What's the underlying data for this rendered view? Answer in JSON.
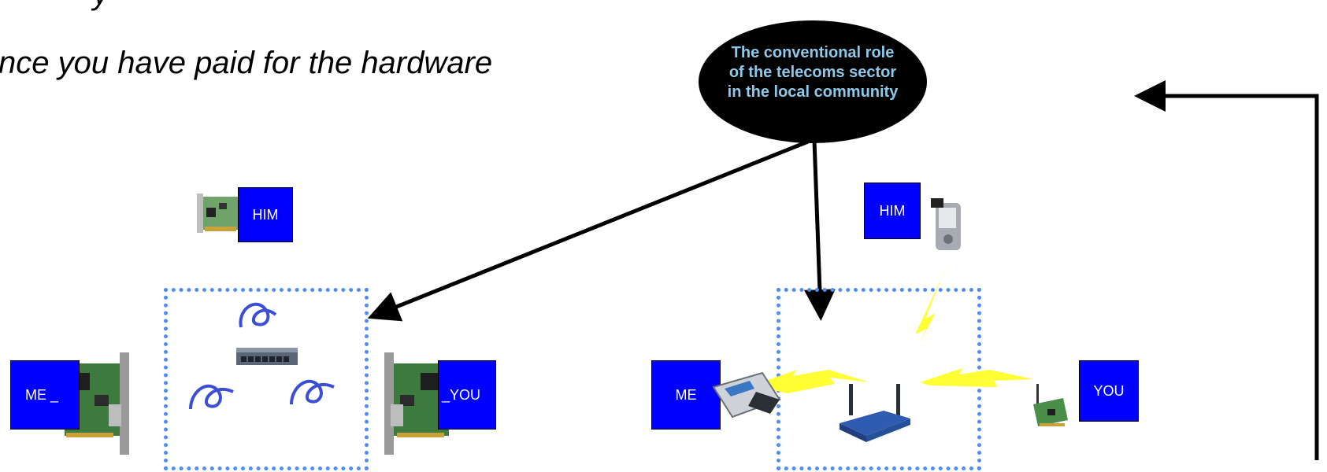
{
  "slide": {
    "headline_fragment": "y",
    "headline": "nce you have paid for the hardware"
  },
  "callout": {
    "line1": "The conventional role",
    "line2": "of the telecoms sector",
    "line3": "in the local community",
    "fill_color": "#000000",
    "text_color": "#8ec9ea"
  },
  "wired": {
    "him_label": "HIM",
    "me_label": "ME _",
    "you_label": "_YOU"
  },
  "wireless": {
    "him_label": "HIM",
    "me_label": "ME",
    "you_label": "YOU"
  },
  "colors": {
    "label_box": "#0000ff",
    "frame": "#4e8cf7",
    "cable": "#3a4fd6",
    "radio_bolt": "#ffff33"
  }
}
